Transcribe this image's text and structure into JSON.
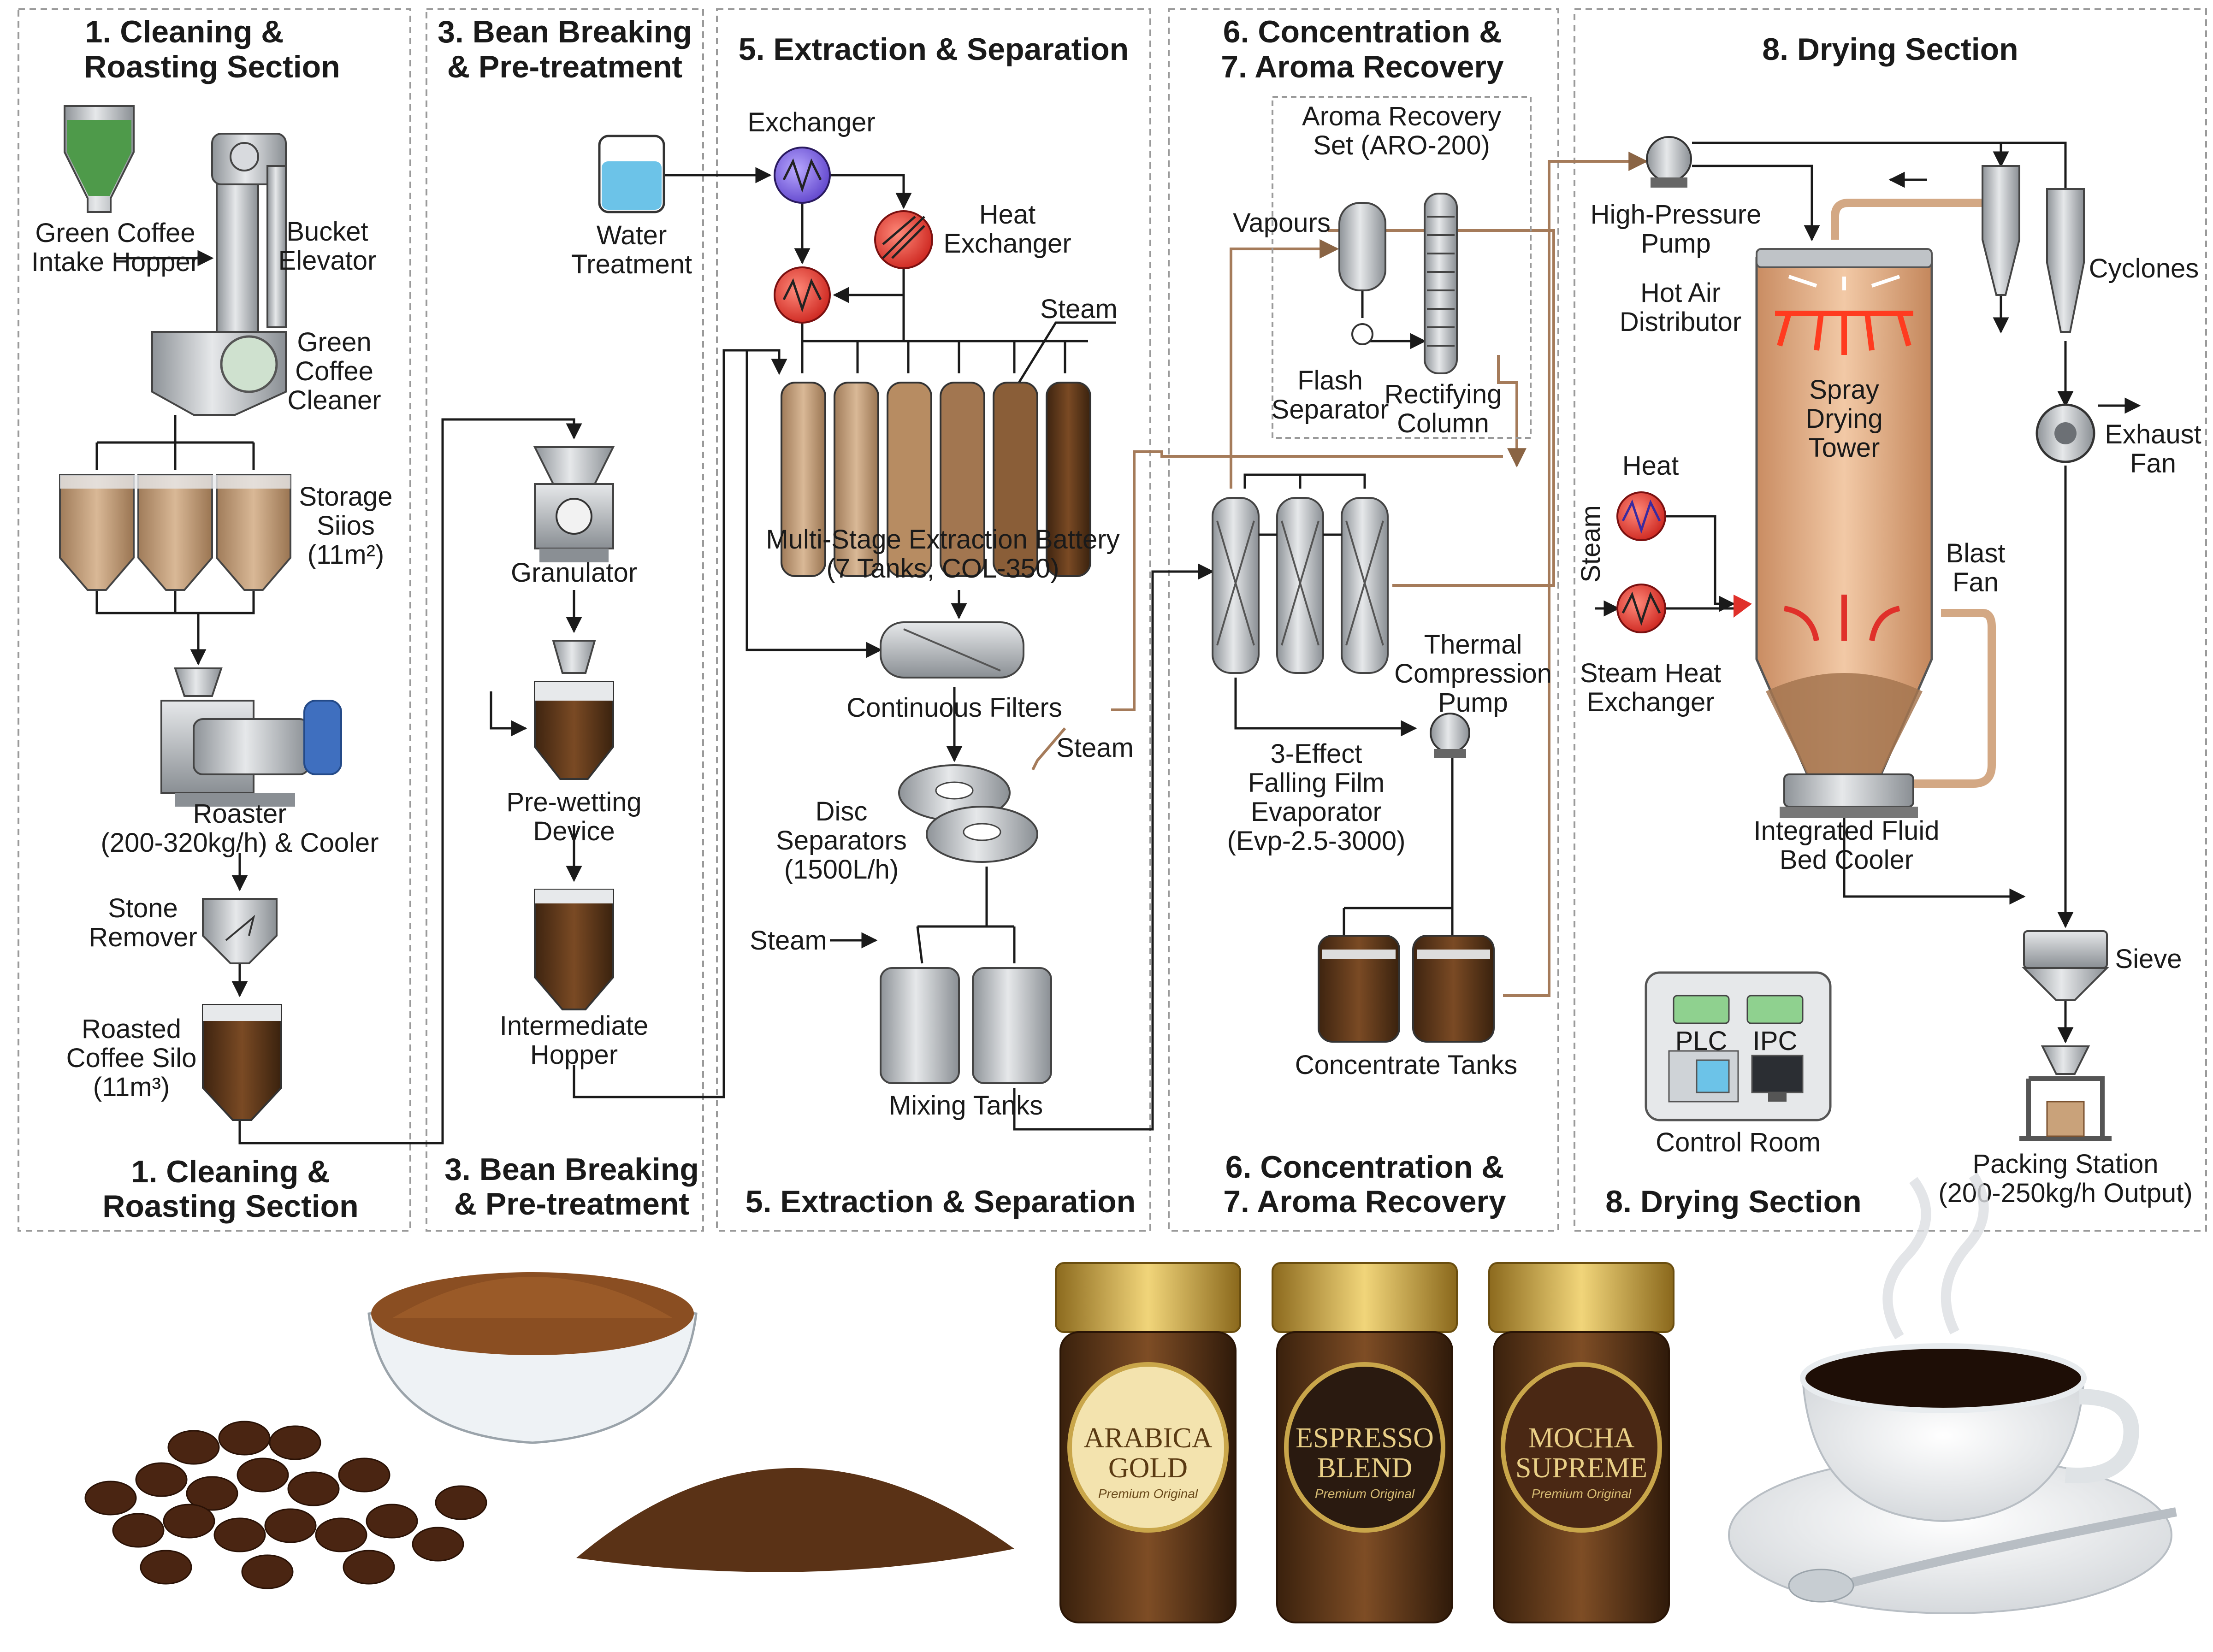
{
  "sections": [
    {
      "top": [
        "1. Cleaning &",
        "Roasting Section"
      ],
      "bottom": [
        "1. Cleaning &",
        "Roasting Section"
      ]
    },
    {
      "top": [
        "3. Bean Breaking",
        "& Pre-treatment"
      ],
      "bottom": [
        "3. Bean Breaking",
        "& Pre-treatment"
      ]
    },
    {
      "top": [
        "5. Extraction & Separation"
      ],
      "bottom": [
        "5. Extraction & Separation"
      ]
    },
    {
      "top": [
        "6. Concentration &",
        "7. Aroma Recovery"
      ],
      "bottom": [
        "6. Concentration &",
        "7. Aroma Recovery"
      ]
    },
    {
      "top": [
        "8. Drying Section"
      ],
      "bottom": [
        "8. Drying Section"
      ]
    }
  ],
  "equipment": {
    "green_coffee_intake_hopper": [
      "Green Coffee",
      "Intake Hopper"
    ],
    "bucket_elevator": [
      "Bucket",
      "Elevator"
    ],
    "green_coffee_cleaner": [
      "Green",
      "Coffee",
      "Cleaner"
    ],
    "storage_silos": [
      "Storage",
      "Siios",
      "(11m²)"
    ],
    "roaster": [
      "Roaster",
      "(200-320kg/h) & Cooler"
    ],
    "stone_remover": [
      "Stone",
      "Remover"
    ],
    "roasted_coffee_silo": [
      "Roasted",
      "Coffee Silo",
      "(11m³)"
    ],
    "granulator": [
      "Granulator"
    ],
    "pre_wetting_device": [
      "Pre-wetting",
      "Device"
    ],
    "intermediate_hopper": [
      "Intermediate",
      "Hopper"
    ],
    "water_treatment": [
      "Water",
      "Treatment"
    ],
    "exchanger": [
      "Exchanger"
    ],
    "heat_exchanger": [
      "Heat",
      "Exchanger"
    ],
    "steam_1": [
      "Steam"
    ],
    "extraction_battery": [
      "Multi-Stage Extraction Battery",
      "(7 Tanks, COL-350)"
    ],
    "continuous_filters": [
      "Continuous Filters"
    ],
    "steam_2": [
      "Steam"
    ],
    "disc_separators": [
      "Disc",
      "Separators",
      "(1500L/h)"
    ],
    "steam_3": [
      "Steam"
    ],
    "mixing_tanks": [
      "Mixing Tanks"
    ],
    "aroma_recovery_set": [
      "Aroma Recovery",
      "Set (ARO-200)"
    ],
    "vapours": [
      "Vapours"
    ],
    "flash_separator": [
      "Flash",
      "Separator"
    ],
    "rectifying_column": [
      "Rectifying",
      "Column"
    ],
    "thermal_compression_pump": [
      "Thermal",
      "Compression",
      "Pump"
    ],
    "evaporator": [
      "3-Effect",
      "Falling Film",
      "Evaporator",
      "(Evp-2.5-3000)"
    ],
    "concentrate_tanks": [
      "Concentrate Tanks"
    ],
    "high_pressure_pump": [
      "High-Pressure",
      "Pump"
    ],
    "hot_air_distributor": [
      "Hot Air",
      "Distributor"
    ],
    "spray_drying_tower": [
      "Spray",
      "Drying",
      "Tower"
    ],
    "cyclones": [
      "Cyclones"
    ],
    "exhaust_fan": [
      "Exhaust",
      "Fan"
    ],
    "heat": [
      "Heat"
    ],
    "steam_4": [
      "Steam"
    ],
    "steam_heat_exchanger": [
      "Steam Heat",
      "Exchanger"
    ],
    "blast_fan": [
      "Blast",
      "Fan"
    ],
    "fluid_bed_cooler": [
      "Integrated Fluid",
      "Bed Cooler"
    ],
    "sieve": [
      "Sieve"
    ],
    "plc": [
      "PLC"
    ],
    "ipc": [
      "IPC"
    ],
    "control_room": [
      "Control Room"
    ],
    "packing_station": [
      "Packing Station",
      "(200-250kg/h Output)"
    ]
  },
  "products": {
    "jars": [
      {
        "line1": "ARABICA",
        "line2": "GOLD",
        "tagline": "Premium Original"
      },
      {
        "line1": "ESPRESSO",
        "line2": "BLEND",
        "tagline": "Premium Original"
      },
      {
        "line1": "MOCHA",
        "line2": "SUPREME",
        "tagline": "Premium Original"
      }
    ]
  },
  "colors": {
    "panel_border": "#9a9a9a",
    "steel": "#b8bcc0",
    "coffee_dark": "#5a3518",
    "coffee_light": "#c9a27a",
    "tower": "#e8b68c",
    "brown_pipe": "#a57b5a",
    "gold": "#c9a64a",
    "water": "#6cc3e8",
    "hot_red": "#e0302a",
    "green_bean": "#4e9a4a"
  }
}
